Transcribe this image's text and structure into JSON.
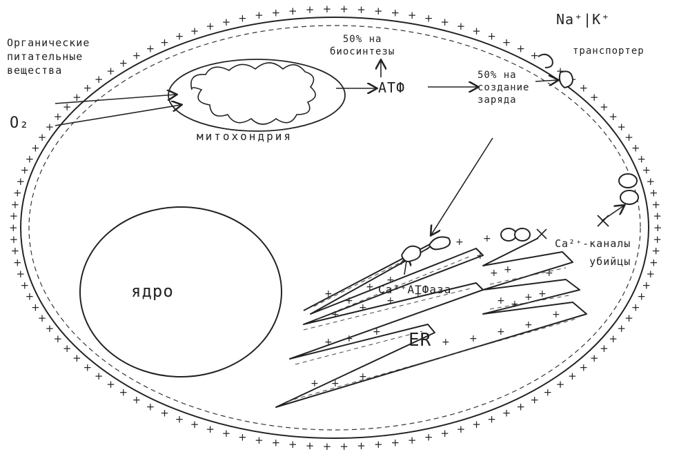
{
  "labels": {
    "nutrients": [
      "Органические",
      "питательные",
      "вещества"
    ],
    "o2": "O₂",
    "mitochondria": "митохондрия",
    "biosynthesis": [
      "50% на",
      "биосинтезы"
    ],
    "atp": "АТФ",
    "charge": [
      "50% на",
      "создание",
      "заряда"
    ],
    "transporter_ions": "Na⁺|K⁺",
    "transporter": "транспортер",
    "nucleus": "ядро",
    "ca_channels": [
      "Ca²⁺-каналы",
      "убийцы"
    ],
    "ca_atpase": "Ca²⁺АТФаза",
    "er": "ER"
  }
}
